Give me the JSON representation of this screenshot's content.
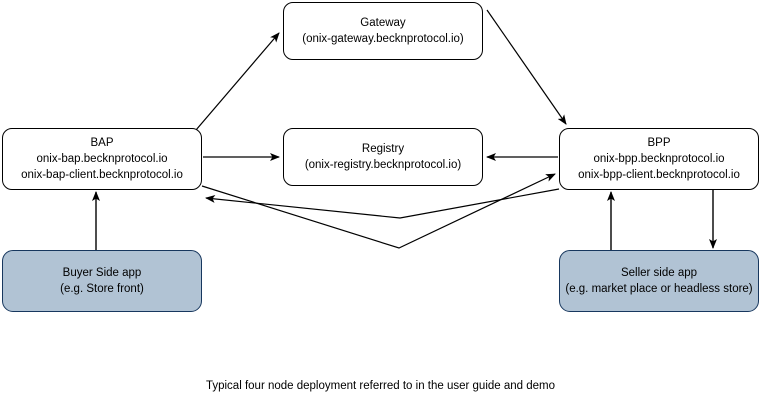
{
  "diagram": {
    "caption": "Typical four node deployment referred to in the user guide and demo",
    "colors": {
      "node_fill": "#ffffff",
      "node_stroke": "#000000",
      "shaded_fill": "#b1c3d4",
      "shaded_stroke": "#17375e",
      "edge_stroke": "#000000",
      "text": "#000000",
      "background": "#ffffff"
    },
    "nodes": [
      {
        "id": "gateway",
        "name": "gateway-node",
        "style": "plain",
        "line1": "Gateway",
        "line2": "(onix-gateway.becknprotocol.io)",
        "line3": ""
      },
      {
        "id": "bap",
        "name": "bap-node",
        "style": "plain",
        "line1": "BAP",
        "line2": "onix-bap.becknprotocol.io",
        "line3": "onix-bap-client.becknprotocol.io"
      },
      {
        "id": "registry",
        "name": "registry-node",
        "style": "plain",
        "line1": "Registry",
        "line2": "(onix-registry.becknprotocol.io)",
        "line3": ""
      },
      {
        "id": "bpp",
        "name": "bpp-node",
        "style": "plain",
        "line1": "BPP",
        "line2": "onix-bpp.becknprotocol.io",
        "line3": "onix-bpp-client.becknprotocol.io"
      },
      {
        "id": "buyer",
        "name": "buyer-side-app-node",
        "style": "shaded",
        "line1": "Buyer Side app",
        "line2": "(e.g. Store front)",
        "line3": ""
      },
      {
        "id": "seller",
        "name": "seller-side-app-node",
        "style": "shaded",
        "line1": "Seller side app",
        "line2": "(e.g. market place or headless store)",
        "line3": ""
      }
    ],
    "edges": [
      {
        "id": "bap-to-gateway",
        "from": "bap",
        "to": "gateway",
        "label": "",
        "arrow": "end"
      },
      {
        "id": "gateway-to-bpp",
        "from": "gateway",
        "to": "bpp",
        "label": "",
        "arrow": "end"
      },
      {
        "id": "bap-to-registry",
        "from": "bap",
        "to": "registry",
        "label": "",
        "arrow": "end"
      },
      {
        "id": "bpp-to-registry",
        "from": "bpp",
        "to": "registry",
        "label": "",
        "arrow": "end"
      },
      {
        "id": "bap-to-bpp",
        "from": "bap",
        "to": "bpp",
        "label": "",
        "arrow": "end"
      },
      {
        "id": "bpp-to-bap",
        "from": "bpp",
        "to": "bap",
        "label": "",
        "arrow": "end"
      },
      {
        "id": "buyer-to-bap",
        "from": "buyer",
        "to": "bap",
        "label": "",
        "arrow": "end"
      },
      {
        "id": "seller-to-bpp",
        "from": "seller",
        "to": "bpp",
        "label": "",
        "arrow": "end"
      },
      {
        "id": "bpp-to-seller",
        "from": "bpp",
        "to": "seller",
        "label": "",
        "arrow": "end"
      }
    ]
  }
}
